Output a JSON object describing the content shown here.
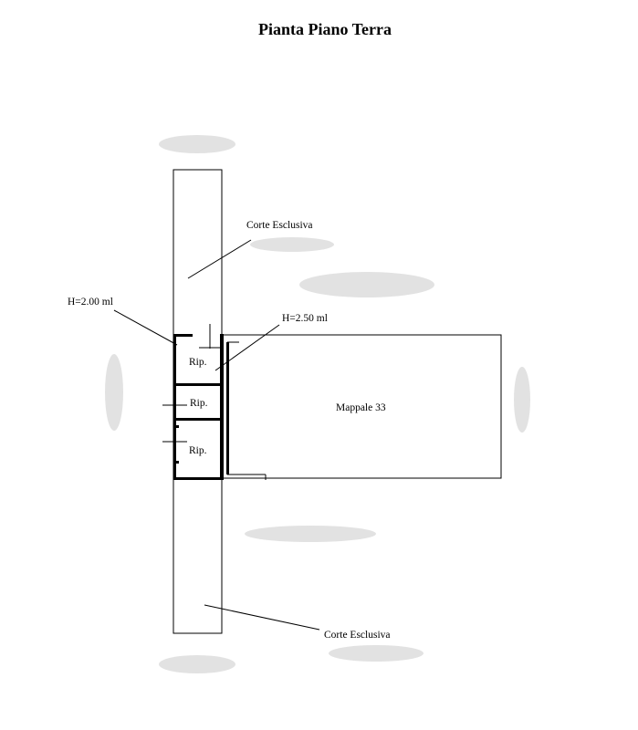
{
  "title": "Pianta Piano Terra",
  "labels": {
    "corte_top": "Corte Esclusiva",
    "corte_bottom": "Corte Esclusiva",
    "height_left": "H=2.00 ml",
    "height_right": "H=2.50 ml",
    "rip_1": "Rip.",
    "rip_2": "Rip.",
    "rip_3": "Rip.",
    "mappale": "Mappale 33"
  }
}
